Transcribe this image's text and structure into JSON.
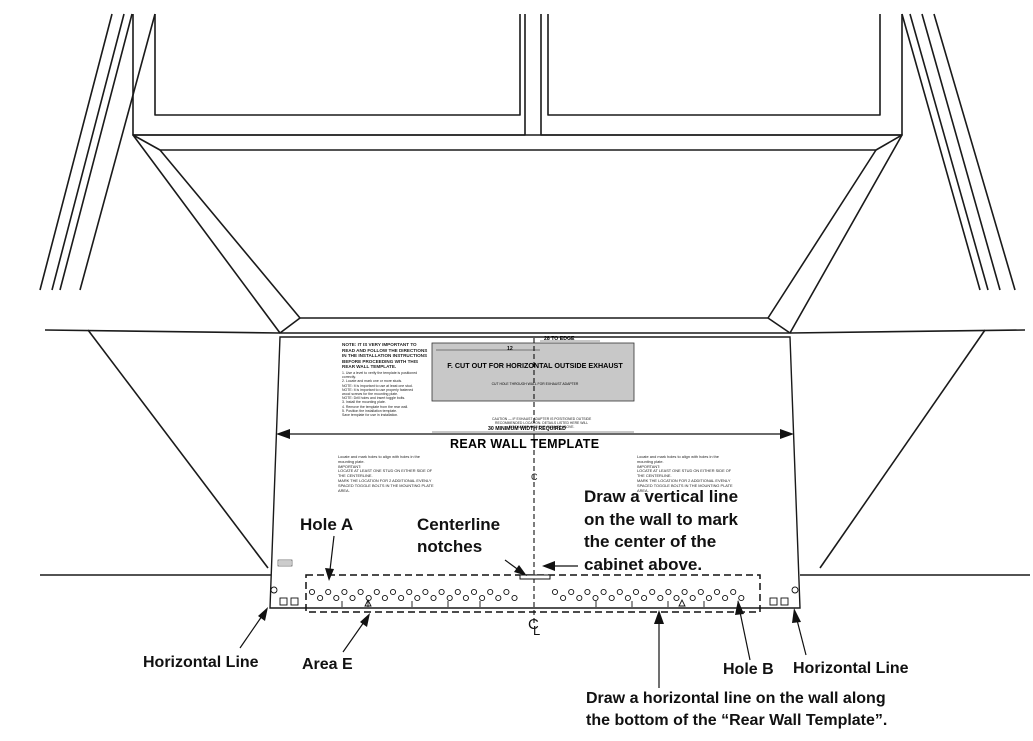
{
  "template": {
    "title": "REAR WALL TEMPLATE",
    "cutout_label": "F. CUT OUT FOR HORIZONTAL OUTSIDE EXHAUST",
    "cutout_sub": "CUT HOLE THROUGH WALL FOR EXHAUST ADAPTER",
    "dim_to_edge": "28  TO EDGE",
    "dim_12": "12",
    "dim_min_width": "30  MINIMUM WIDTH REQUIRED",
    "caution_text": "CAUTION — IF EXHAUST ADAPTER IS POSITIONED OUTSIDE\nRECOMMENDED LOCATION. DETAILS LISTED HERE WILL\nDISCHARGE INTO THE CABINET ABOVE.",
    "instructions_left": "NOTE: IT IS VERY IMPORTANT TO\nREAD AND FOLLOW THE DIRECTIONS\nIN THE INSTALLATION INSTRUCTIONS\nBEFORE PROCEEDING WITH THIS\nREAR WALL TEMPLATE.",
    "instructions_left_body": "1. Use a level to verify the template is positioned\n   correctly.\n2. Locate and mark one or more studs.\nNOTE: It is important to use at least one stud.\nNOTE: It is important to use properly fastened\nwood screws for the mounting plate.\nNOTE: Drill holes and insert toggle bolts.\n3. Install the mounting plate.\n4. Remove the template from the rear wall.\n5. Position the installation template.\nSave template for use in installation.",
    "locate_left": "Locate and mark holes to align with holes in the\nmounting plate.\nIMPORTANT:\nLOCATE AT LEAST ONE STUD ON EITHER SIDE OF\nTHE CENTERLINE.\nMARK THE LOCATION FOR 2 ADDITIONAL EVENLY\nSPACED TOGGLE BOLTS IN THE MOUNTING PLATE\nAREA.",
    "locate_right": "Locate and mark holes to align with holes in the\nmounting plate.\nIMPORTANT:\nLOCATE AT LEAST ONE STUD ON EITHER SIDE OF\nTHE CENTERLINE.\nMARK THE LOCATION FOR 2 ADDITIONAL EVENLY\nSPACED TOGGLE BOLTS IN THE MOUNTING PLATE\nAREA.",
    "cl_symbol": "C",
    "cl_bottom": "C"
  },
  "callouts": {
    "hole_a": "Hole A",
    "centerline_notches": "Centerline\nnotches",
    "vertical_line": "Draw a vertical line\non the wall to mark\nthe center of the\ncabinet above.",
    "horizontal_line_left": "Horizontal Line",
    "area_e": "Area E",
    "hole_b": "Hole B",
    "horizontal_line_right": "Horizontal Line",
    "horizontal_line_instruction": "Draw a horizontal line on the wall along\nthe bottom of the “Rear Wall Template”."
  }
}
